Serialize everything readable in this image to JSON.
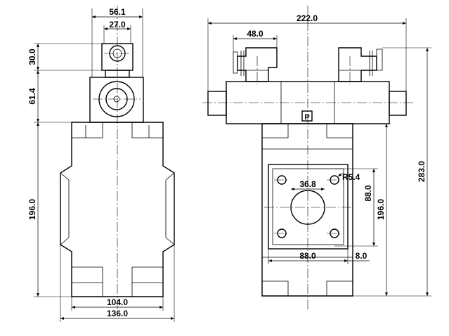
{
  "side_view": {
    "dims": {
      "top_width": "56.1",
      "fitting_width": "27.0",
      "fitting_height": "30.0",
      "head_height": "61.4",
      "body_height": "196.0",
      "flange_width": "104.0",
      "overall_width": "136.0"
    }
  },
  "front_view": {
    "dims": {
      "overall_width": "222.0",
      "connector_width": "48.0",
      "overall_height": "283.0",
      "orifice_diameter": "36.8",
      "bolt_hole": "R5.4",
      "pattern_height": "88.0",
      "body_height": "196.0",
      "pattern_width": "88.0",
      "edge_offset": "8.0"
    },
    "port_mark": "P"
  }
}
